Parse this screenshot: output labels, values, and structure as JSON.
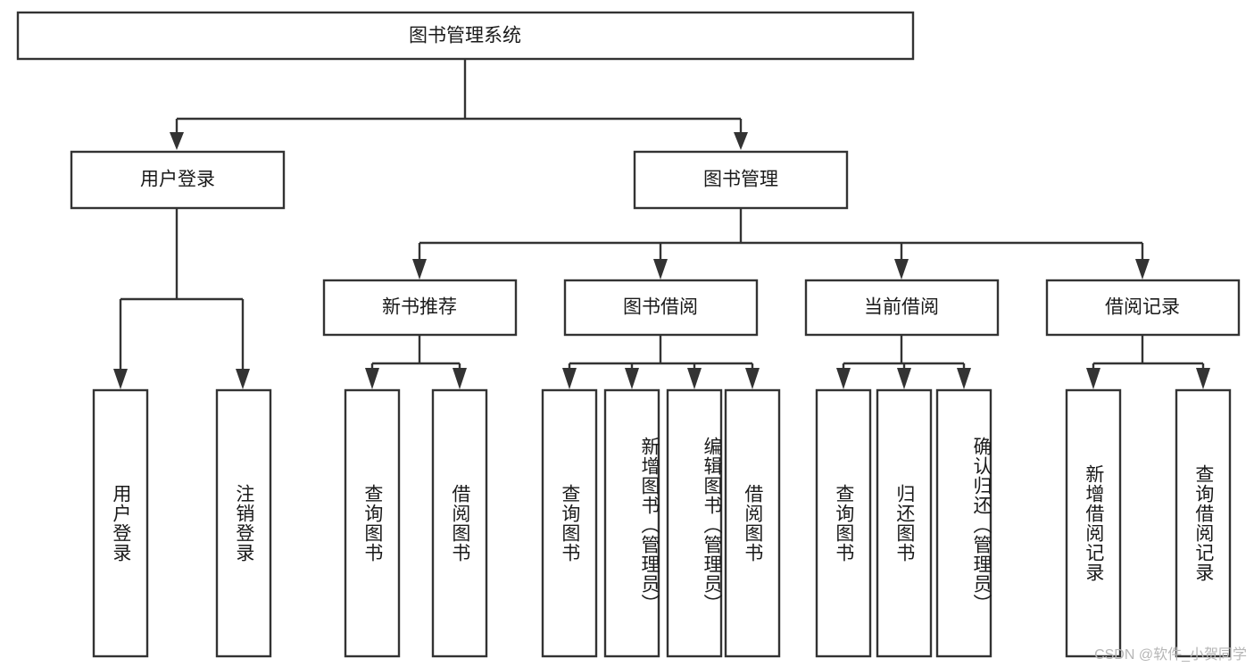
{
  "diagram": {
    "title": "图书管理系统",
    "type": "tree-hierarchy-chart",
    "root": {
      "id": "root",
      "label": "图书管理系统"
    },
    "level2": [
      {
        "id": "user-login",
        "label": "用户登录"
      },
      {
        "id": "book-manage",
        "label": "图书管理"
      }
    ],
    "level3": [
      {
        "id": "new-book-rec",
        "label": "新书推荐"
      },
      {
        "id": "book-borrow",
        "label": "图书借阅"
      },
      {
        "id": "current-borrow",
        "label": "当前借阅"
      },
      {
        "id": "borrow-record",
        "label": "借阅记录"
      }
    ],
    "leaves": {
      "user_login": [
        {
          "id": "leaf-user-login",
          "label": "用户登录"
        },
        {
          "id": "leaf-logout-login",
          "label": "注销登录"
        }
      ],
      "new_book_rec": [
        {
          "id": "leaf-query-book-1",
          "label": "查询图书"
        },
        {
          "id": "leaf-borrow-book-1",
          "label": "借阅图书"
        }
      ],
      "book_borrow": [
        {
          "id": "leaf-query-book-2",
          "label": "查询图书"
        },
        {
          "id": "leaf-add-book",
          "label": "新增图书（管理员）"
        },
        {
          "id": "leaf-edit-book",
          "label": "编辑图书（管理员）"
        },
        {
          "id": "leaf-borrow-book-2",
          "label": "借阅图书"
        }
      ],
      "current_borrow": [
        {
          "id": "leaf-query-book-3",
          "label": "查询图书"
        },
        {
          "id": "leaf-return-book",
          "label": "归还图书"
        },
        {
          "id": "leaf-confirm-return",
          "label": "确认归还（管理员）"
        }
      ],
      "borrow_record": [
        {
          "id": "leaf-add-record",
          "label": "新增借阅记录"
        },
        {
          "id": "leaf-query-record",
          "label": "查询借阅记录"
        }
      ]
    }
  },
  "watermark": {
    "text": "CSDN @软件_小贺同学"
  },
  "colors": {
    "stroke": "#333333",
    "box_fill": "#ffffff",
    "text": "#1a1a1a",
    "background": "#ffffff",
    "watermark": "#b6b6b6"
  }
}
